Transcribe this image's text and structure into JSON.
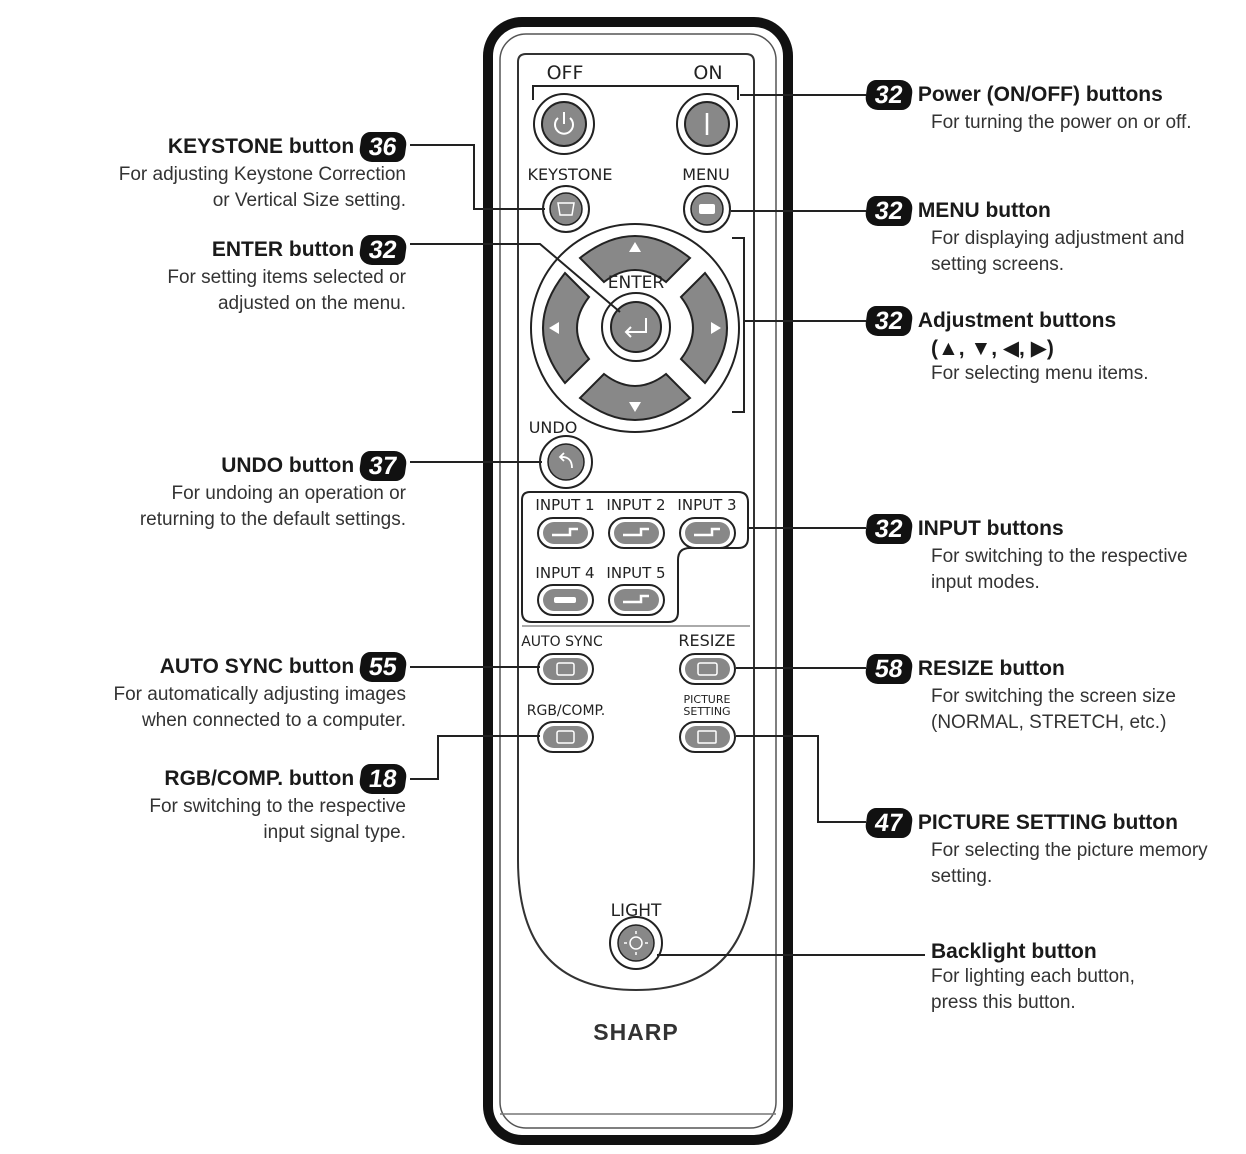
{
  "remote": {
    "labels": {
      "off": "OFF",
      "on": "ON",
      "keystone": "KEYSTONE",
      "menu": "MENU",
      "enter": "ENTER",
      "undo": "UNDO",
      "input1": "INPUT 1",
      "input2": "INPUT 2",
      "input3": "INPUT 3",
      "input4": "INPUT 4",
      "input5": "INPUT 5",
      "auto_sync": "AUTO SYNC",
      "resize": "RESIZE",
      "rgb_comp": "RGB/COMP.",
      "picture_setting_1": "PICTURE",
      "picture_setting_2": "SETTING",
      "light": "LIGHT",
      "brand": "SHARP"
    }
  },
  "callouts": {
    "keystone": {
      "page": "36",
      "title": "KEYSTONE button",
      "desc": [
        "For adjusting Keystone Correction",
        "or Vertical Size setting."
      ]
    },
    "enter": {
      "page": "32",
      "title": "ENTER button",
      "desc": [
        "For setting items selected or",
        "adjusted on the menu."
      ]
    },
    "undo": {
      "page": "37",
      "title": "UNDO button",
      "desc": [
        "For undoing an operation or",
        "returning to the default settings."
      ]
    },
    "auto_sync": {
      "page": "55",
      "title": "AUTO SYNC button",
      "desc": [
        "For automatically adjusting images",
        "when connected to a computer."
      ]
    },
    "rgb_comp": {
      "page": "18",
      "title": "RGB/COMP. button",
      "desc": [
        "For switching to the respective",
        "input signal type."
      ]
    },
    "power": {
      "page": "32",
      "title": "Power (ON/OFF) buttons",
      "desc": [
        "For turning the power on or off."
      ]
    },
    "menu": {
      "page": "32",
      "title": "MENU button",
      "desc": [
        "For displaying adjustment and",
        "setting screens."
      ]
    },
    "adjustment": {
      "page": "32",
      "title": "Adjustment buttons",
      "subtitle": "(▲, ▼, ◀, ▶)",
      "desc": [
        "For selecting menu items."
      ]
    },
    "input": {
      "page": "32",
      "title": "INPUT buttons",
      "desc": [
        "For switching to the respective",
        "input modes."
      ]
    },
    "resize": {
      "page": "58",
      "title": "RESIZE button",
      "desc": [
        "For switching the screen size",
        "(NORMAL, STRETCH, etc.)"
      ]
    },
    "picture_setting": {
      "page": "47",
      "title": "PICTURE SETTING button",
      "desc": [
        "For selecting the picture memory",
        "setting."
      ]
    },
    "backlight": {
      "title": "Backlight button",
      "desc": [
        "For lighting each button,",
        "press this button."
      ]
    }
  }
}
